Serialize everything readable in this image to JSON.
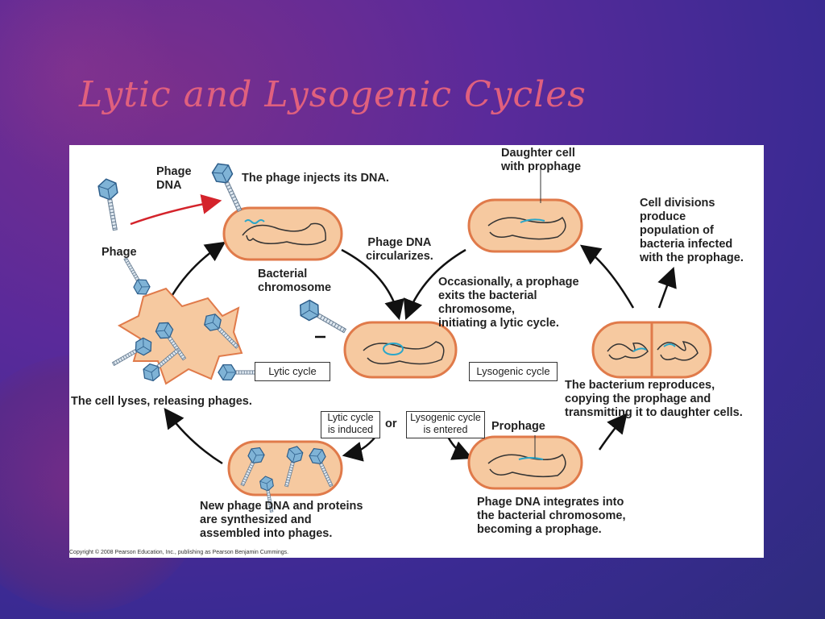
{
  "slide": {
    "title": "Lytic and Lysogenic Cycles"
  },
  "figure": {
    "labels": {
      "phage_dna": "Phage\nDNA",
      "phage": "Phage",
      "injects": "The phage injects its DNA.",
      "bacterial_chromosome": "Bacterial\nchromosome",
      "circularizes": "Phage DNA\ncircularizes.",
      "daughter_cell": "Daughter cell\nwith prophage",
      "cell_divisions": "Cell divisions\nproduce\npopulation of\nbacteria infected\nwith the prophage.",
      "prophage_exits": "Occasionally, a prophage\nexits the bacterial\nchromosome,\ninitiating a lytic cycle.",
      "lytic_cycle": "Lytic cycle",
      "lysogenic_cycle": "Lysogenic cycle",
      "bacterium_reproduces": "The bacterium reproduces,\ncopying the prophage and\ntransmitting it to daughter cells.",
      "cell_lyses": "The cell lyses, releasing phages.",
      "lytic_induced": "Lytic cycle\nis induced",
      "or": "or",
      "lysogenic_entered": "Lysogenic cycle\nis entered",
      "prophage": "Prophage",
      "synthesized": "New phage DNA and proteins\nare synthesized and\nassembled into phages.",
      "integrates": "Phage DNA integrates into\nthe bacterial chromosome,\nbecoming a prophage."
    },
    "copyright": "Copyright © 2008 Pearson Education, Inc., publishing as Pearson Benjamin Cummings."
  },
  "colors": {
    "cell_fill": "#f6c9a0",
    "cell_border": "#e07a4a",
    "phage_dna": "#2aa6c9",
    "arrow_red": "#d4232b",
    "title": "#e0607e"
  }
}
